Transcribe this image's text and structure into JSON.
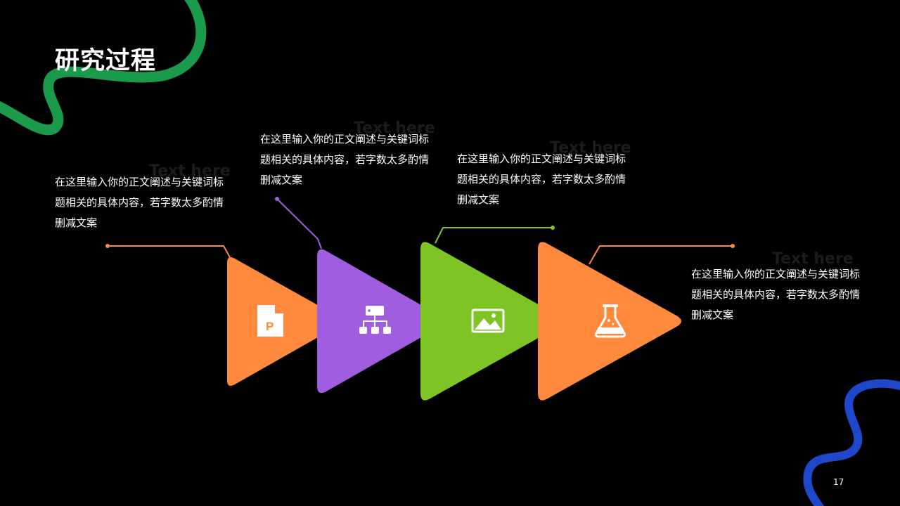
{
  "slide": {
    "title": "研究过程",
    "page_number": "17"
  },
  "steps": [
    {
      "heading": "Text here",
      "body": "在这里输入你的正文阐述与关键词标题相关的具体内容，若字数太多酌情删减文案",
      "color": "#ff8a3d",
      "icon": "document-p-icon"
    },
    {
      "heading": "Text here",
      "body": "在这里输入你的正文阐述与关键词标题相关的具体内容，若字数太多酌情删减文案",
      "color": "#a05de0",
      "icon": "hierarchy-icon"
    },
    {
      "heading": "Text here",
      "body": "在这里输入你的正文阐述与关键词标题相关的具体内容，若字数太多酌情删减文案",
      "color": "#7ec424",
      "icon": "image-icon"
    },
    {
      "heading": "Text here",
      "body": "在这里输入你的正文阐述与关键词标题相关的具体内容，若字数太多酌情删减文案",
      "color": "#ff8a3d",
      "icon": "flask-icon"
    }
  ],
  "decor": {
    "green_stroke": "#1a9a4a",
    "blue_stroke": "#1f47c9"
  }
}
